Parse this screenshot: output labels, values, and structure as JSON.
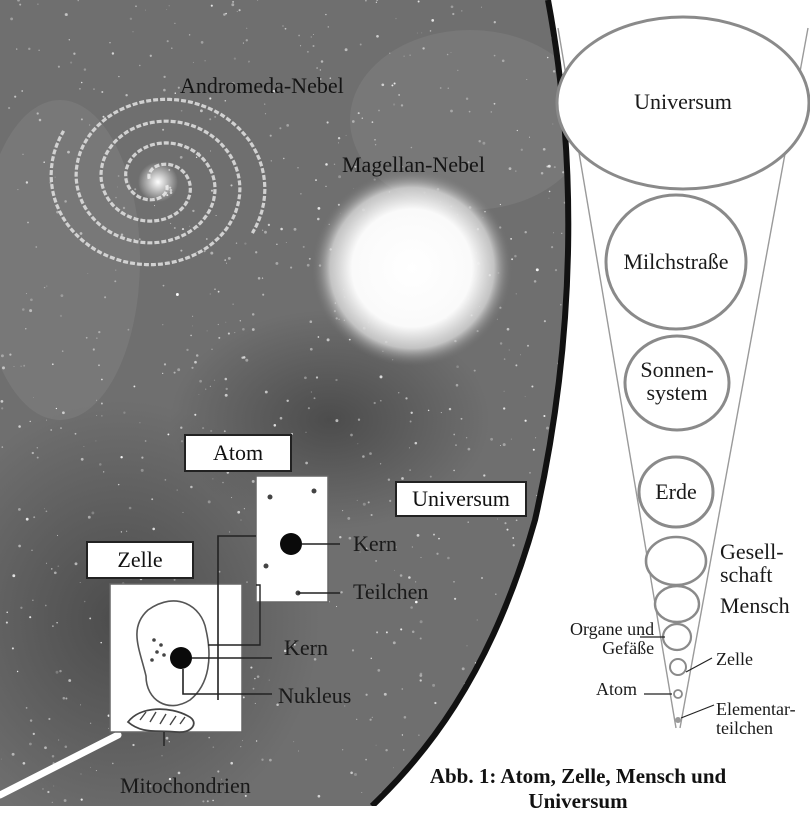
{
  "space_labels": {
    "andromeda": "Andromeda-Nebel",
    "magellan": "Magellan-Nebel"
  },
  "boxes": {
    "atom": "Atom",
    "universe": "Universum",
    "cell": "Zelle"
  },
  "atom_inset": {
    "kern": "Kern",
    "teilchen": "Teilchen"
  },
  "cell_inset": {
    "kern": "Kern",
    "nukleus": "Nukleus",
    "mitochondrien": "Mitochondrien"
  },
  "cone_levels": [
    {
      "label": "Universum"
    },
    {
      "label": "Milchstraße"
    },
    {
      "label": "Sonnen-\nsystem"
    },
    {
      "label": "Erde"
    }
  ],
  "side_labels": {
    "gesellschaft": "Gesell-\nschaft",
    "mensch": "Mensch",
    "organe": "Organe und\nGefäße",
    "zelle": "Zelle",
    "atom": "Atom",
    "elementar": "Elementar-\nteilchen"
  },
  "caption": "Abb. 1: Atom, Zelle, Mensch und Universum",
  "colors": {
    "space_bg": "#6b6b6b",
    "ellipse_stroke": "#8a8a8a",
    "box_border": "#222222"
  }
}
